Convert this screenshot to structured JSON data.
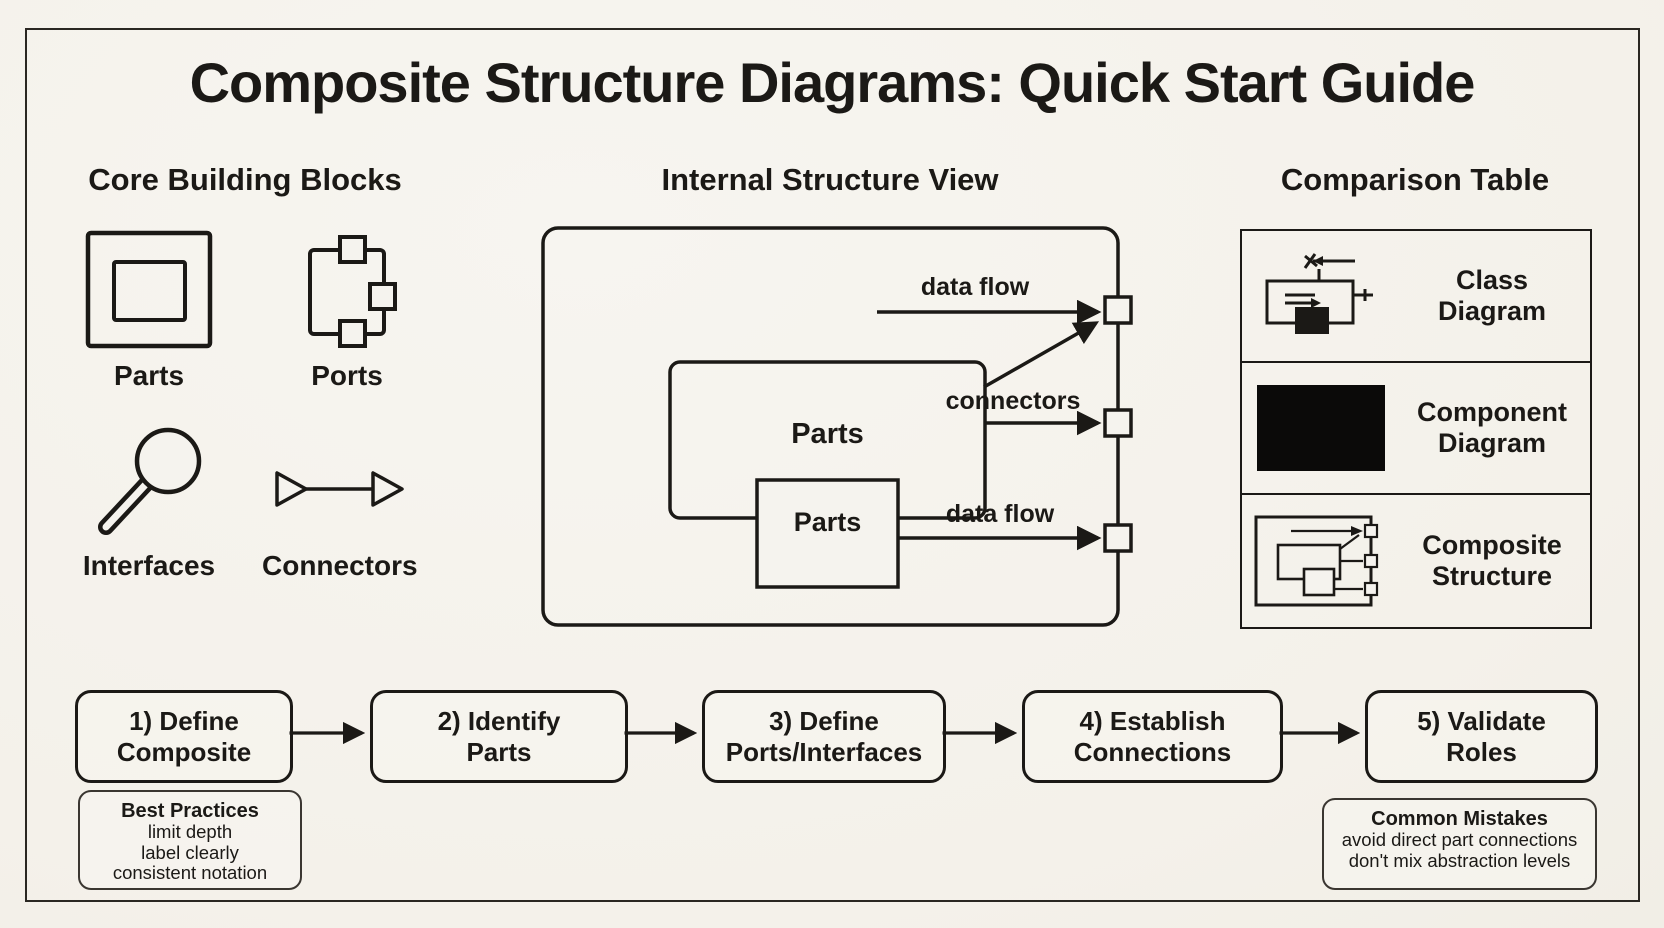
{
  "title": "Composite Structure Diagrams: Quick Start Guide",
  "core": {
    "heading": "Core Building Blocks",
    "items": [
      {
        "label": "Parts",
        "icon": "nested-rectangles-icon"
      },
      {
        "label": "Ports",
        "icon": "rectangle-with-port-squares-icon"
      },
      {
        "label": "Interfaces",
        "icon": "lollipop-interface-icon"
      },
      {
        "label": "Connectors",
        "icon": "double-triangle-connector-icon"
      }
    ]
  },
  "internal": {
    "heading": "Internal Structure View",
    "outer_part": {
      "label": "Parts"
    },
    "inner_part": {
      "label": "Parts"
    },
    "arrow_labels": {
      "top": "data flow",
      "middle": "connectors",
      "bottom": "data flow"
    }
  },
  "comparison": {
    "heading": "Comparison Table",
    "rows": [
      {
        "label": "Class Diagram",
        "icon": "class-diagram-sketch-icon"
      },
      {
        "label": "Component Diagram",
        "icon": "solid-black-rectangle-icon"
      },
      {
        "label": "Composite Structure",
        "icon": "mini-composite-structure-icon"
      }
    ]
  },
  "process": {
    "steps": [
      {
        "line1": "1) Define",
        "line2": "Composite"
      },
      {
        "line1": "2) Identify",
        "line2": "Parts"
      },
      {
        "line1": "3) Define",
        "line2": "Ports/Interfaces"
      },
      {
        "line1": "4) Establish",
        "line2": "Connections"
      },
      {
        "line1": "5) Validate",
        "line2": "Roles"
      }
    ]
  },
  "notes": {
    "best_practices": {
      "title": "Best Practices",
      "lines": [
        "limit depth",
        "label clearly",
        "consistent notation"
      ]
    },
    "common_mistakes": {
      "title": "Common Mistakes",
      "lines": [
        "avoid direct part connections",
        "don't mix abstraction levels"
      ]
    }
  },
  "colors": {
    "background": "#f5f3ee",
    "ink": "#1b1916"
  }
}
